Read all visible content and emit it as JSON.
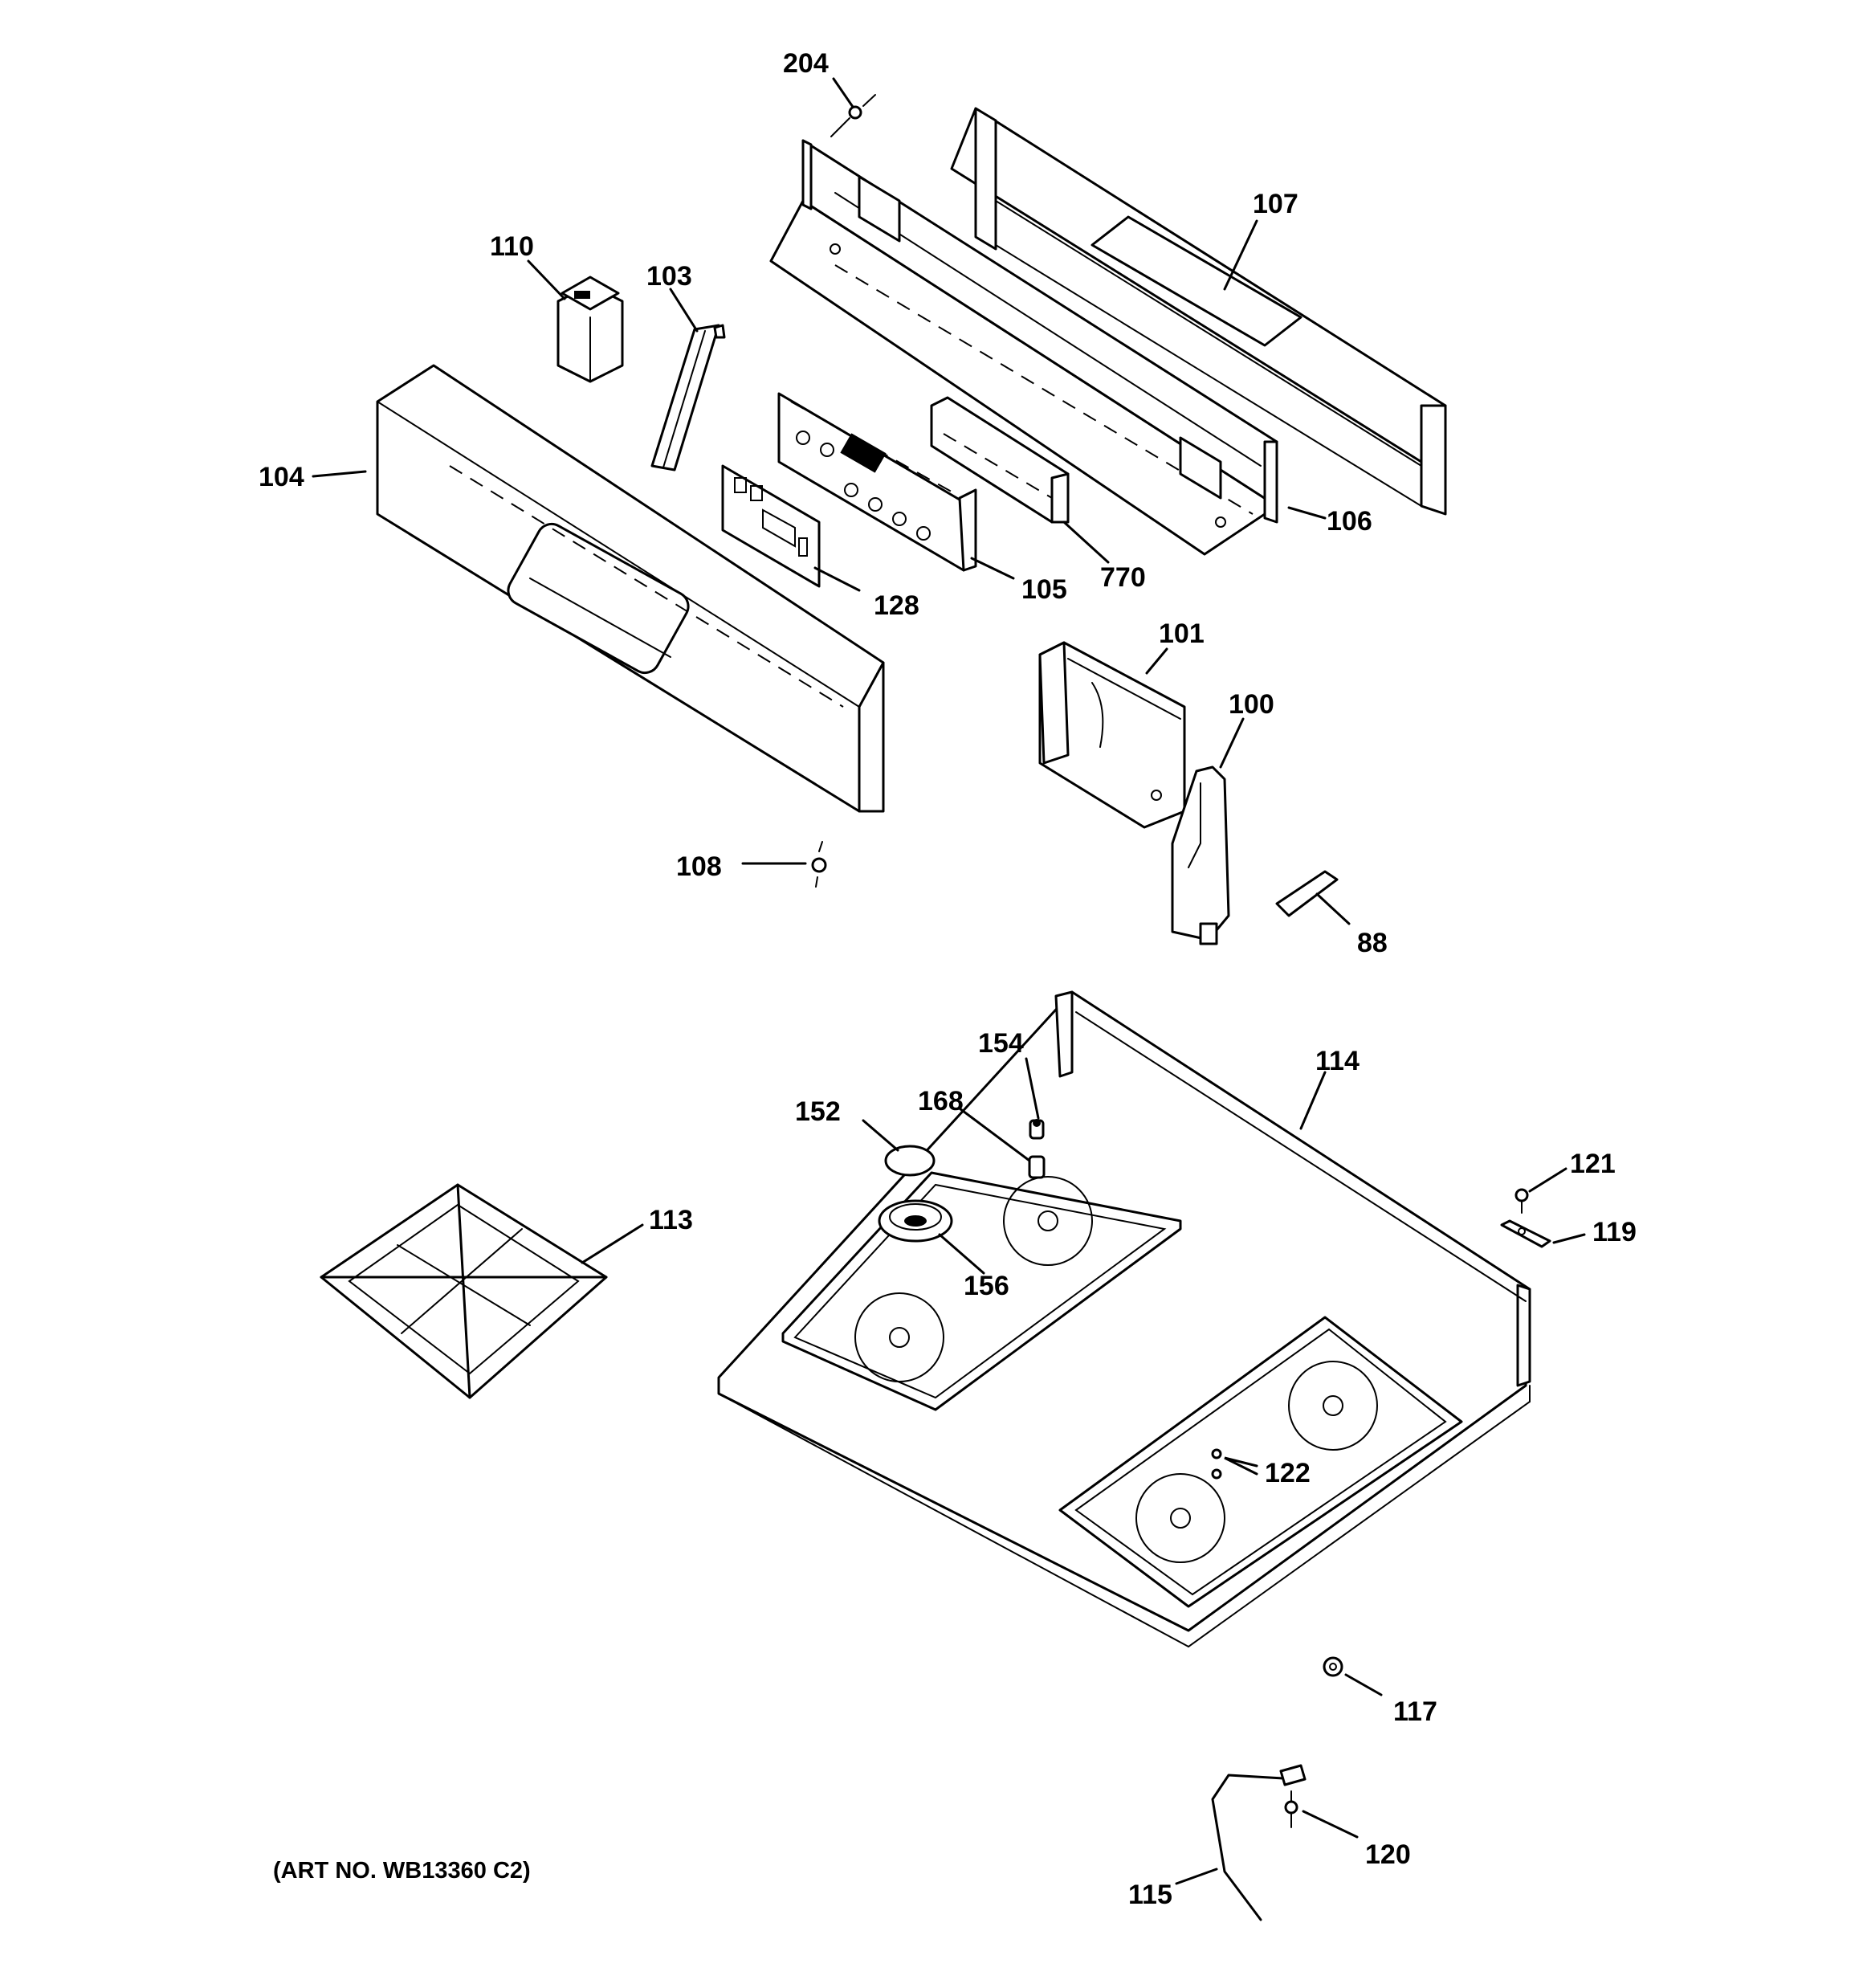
{
  "diagram": {
    "art_number": "(ART NO. WB13360 C2)",
    "callouts": {
      "p204": "204",
      "p107": "107",
      "p110": "110",
      "p103": "103",
      "p104": "104",
      "p106": "106",
      "p128": "128",
      "p105": "105",
      "p770": "770",
      "p101": "101",
      "p100": "100",
      "p108": "108",
      "p88": "88",
      "p154": "154",
      "p114": "114",
      "p152": "152",
      "p168": "168",
      "p113": "113",
      "p121": "121",
      "p119": "119",
      "p156": "156",
      "p122": "122",
      "p117": "117",
      "p120": "120",
      "p115": "115"
    }
  }
}
